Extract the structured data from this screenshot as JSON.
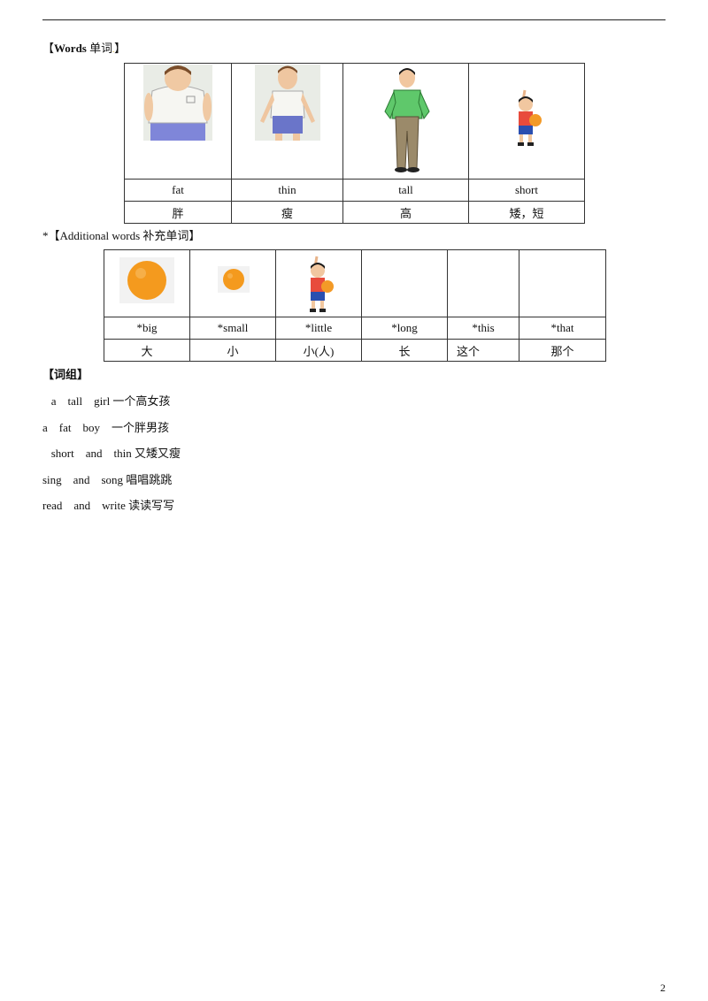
{
  "section_words": {
    "open": "【",
    "title_en": "Words",
    "title_zh": "单词",
    "close": "】"
  },
  "words": [
    {
      "word": "fat",
      "meaning": "胖",
      "image": "fat-boy-icon"
    },
    {
      "word": "thin",
      "meaning": "瘦",
      "image": "thin-boy-icon"
    },
    {
      "word": "tall",
      "meaning": "高",
      "image": "tall-man-icon"
    },
    {
      "word": "short",
      "meaning": "矮，短",
      "image": "short-boy-icon"
    }
  ],
  "section_additional": {
    "star": "*",
    "open": "【",
    "title": "Additional  words 补充单词",
    "close": "】"
  },
  "additional": [
    {
      "word": "*big",
      "meaning": "大",
      "image": "big-orange-icon"
    },
    {
      "word": "*small",
      "meaning": "小",
      "image": "small-orange-icon"
    },
    {
      "word": "*little",
      "meaning": "小(人)",
      "image": "little-boy-icon"
    },
    {
      "word": "*long",
      "meaning": "长",
      "image": ""
    },
    {
      "word": "*this",
      "meaning": "这个",
      "image": ""
    },
    {
      "word": "*that",
      "meaning": "那个",
      "image": ""
    }
  ],
  "section_phrases": {
    "title": "【词组】"
  },
  "phrases": [
    "   a    tall    girl 一个高女孩",
    "a    fat    boy    一个胖男孩",
    "   short    and    thin 又矮又瘦",
    "sing    and    song 唱唱跳跳",
    "read    and    write 读读写写"
  ],
  "page_number": "2"
}
